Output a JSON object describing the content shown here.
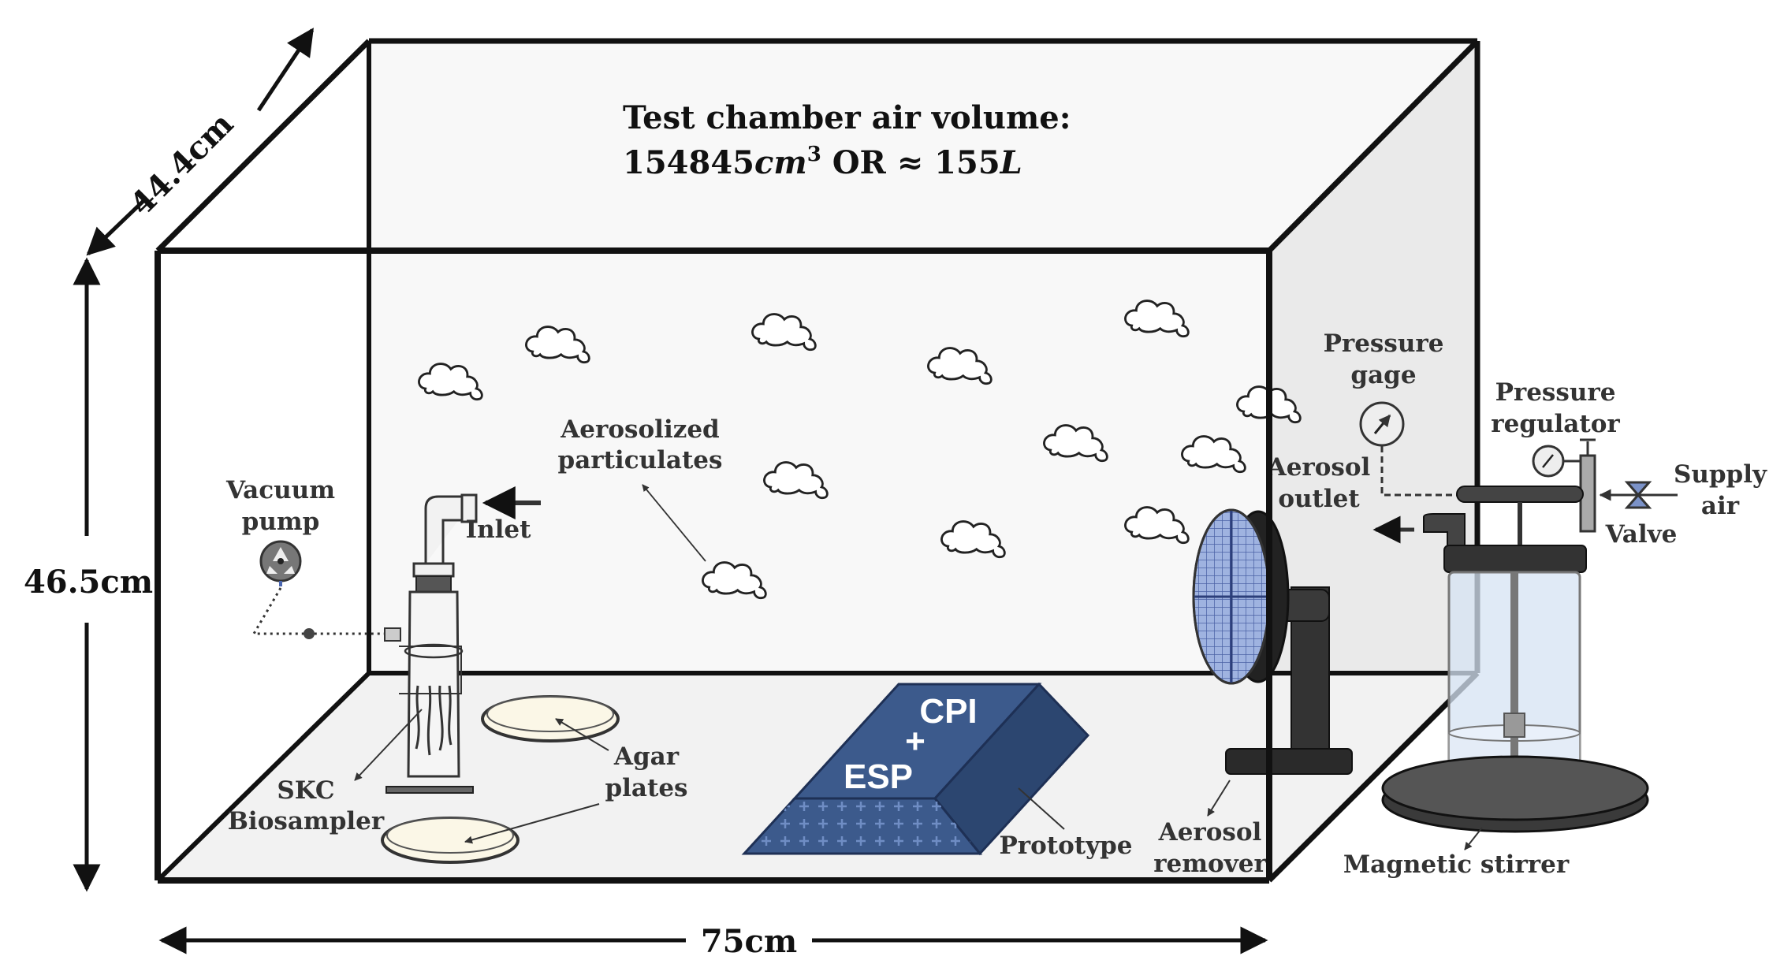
{
  "title": {
    "line1": "Test chamber air volume:",
    "line2_value": "154845",
    "line2_unit": "cm",
    "line2_exp": "3",
    "line2_rest": " OR ≈ 155",
    "line2_L": "L"
  },
  "dimensions": {
    "depth": "44.4cm",
    "height": "46.5cm",
    "width": "75cm"
  },
  "labels": {
    "vacuum_pump": [
      "Vacuum",
      "pump"
    ],
    "inlet": "Inlet",
    "aerosolized": [
      "Aerosolized",
      "particulates"
    ],
    "skc": [
      "SKC",
      "Biosampler"
    ],
    "agar": [
      "Agar",
      "plates"
    ],
    "cpi": "CPI",
    "plus": "+",
    "esp": "ESP",
    "prototype": "Prototype",
    "aerosol_remover": [
      "Aerosol",
      "remover"
    ],
    "aerosol_outlet": [
      "Aerosol",
      "outlet"
    ],
    "pressure_gage": [
      "Pressure",
      "gage"
    ],
    "pressure_regulator": [
      "Pressure",
      "regulator"
    ],
    "supply_air": [
      "Supply",
      "air"
    ],
    "valve": "Valve",
    "magnetic_stirrer": "Magnetic stirrer"
  },
  "colors": {
    "chamber_edge": "#111111",
    "chamber_face": "#f7f7f7",
    "prototype_fill": "#3c5a8c",
    "prototype_dark": "#2c4670",
    "fan_blue": "#9fb3e0",
    "device_dark": "#3a3a3a"
  }
}
